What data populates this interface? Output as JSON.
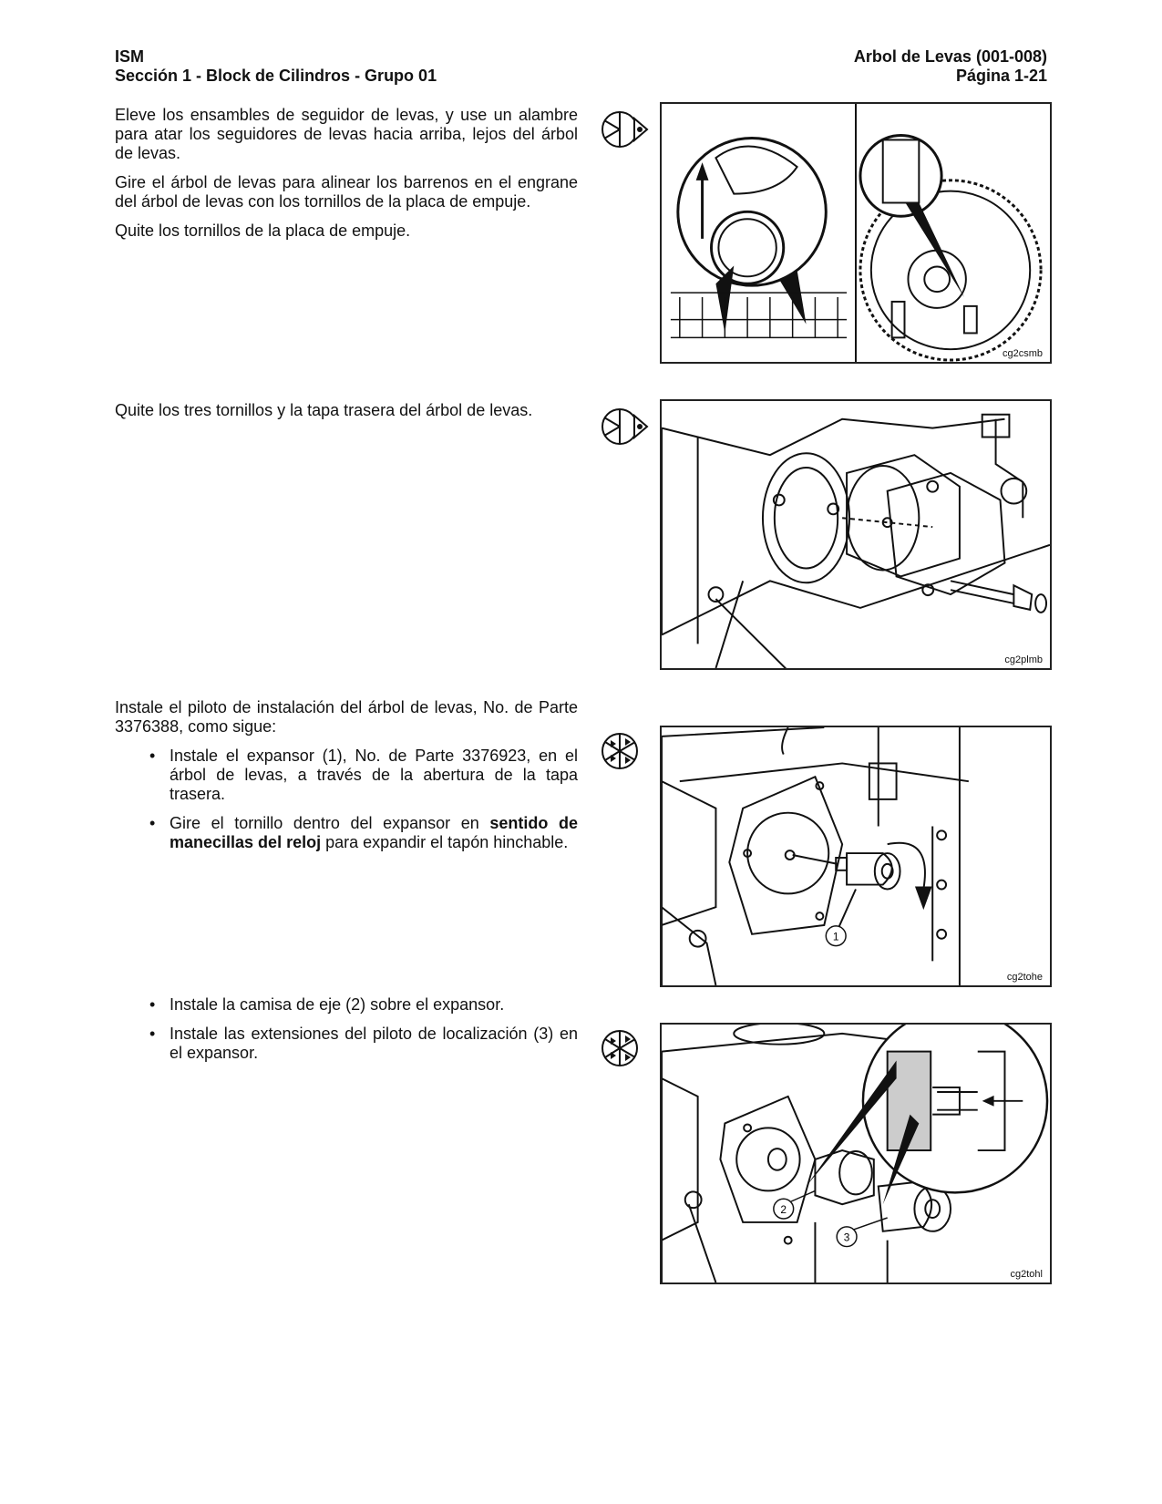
{
  "header": {
    "left_line1": "ISM",
    "left_line2": "Sección 1 - Block de Cilindros - Grupo 01",
    "right_line1": "Arbol de Levas (001-008)",
    "right_line2": "Página 1-21"
  },
  "steps": [
    {
      "paragraphs": [
        "Eleve los ensambles de seguidor de levas, y use un alambre para atar los seguidores de levas hacia arriba, lejos del árbol de levas.",
        "Gire el árbol de levas para alinear los barrenos en el engrane del árbol de levas con los tornillos de la placa de empuje.",
        "Quite los tornillos de la placa de empuje."
      ],
      "figure_code": "cg2csmb",
      "icon": "remove-icon"
    },
    {
      "paragraphs": [
        "Quite los tres tornillos y la tapa trasera del árbol de levas."
      ],
      "figure_code": "cg2plmb",
      "icon": "remove-icon"
    },
    {
      "paragraphs": [
        "Instale el piloto de instalación del árbol de levas, No. de Parte 3376388, como sigue:"
      ],
      "bullets": [
        "Instale el expansor (1), No. de Parte 3376923, en el árbol de levas, a través de la abertura de la tapa trasera.",
        {
          "before": "Gire el tornillo dentro del expansor en ",
          "bold": "sentido de manecillas del reloj",
          "after": " para expandir el tapón hinchable."
        }
      ],
      "figure_code": "cg2tohe",
      "callouts": [
        "1"
      ],
      "icon": "install-icon"
    },
    {
      "bullets": [
        "Instale la camisa de eje (2) sobre el expansor.",
        "Instale las extensiones del piloto de localización (3) en el expansor."
      ],
      "figure_code": "cg2tohl",
      "callouts": [
        "2",
        "3"
      ],
      "icon": "install-icon"
    }
  ]
}
